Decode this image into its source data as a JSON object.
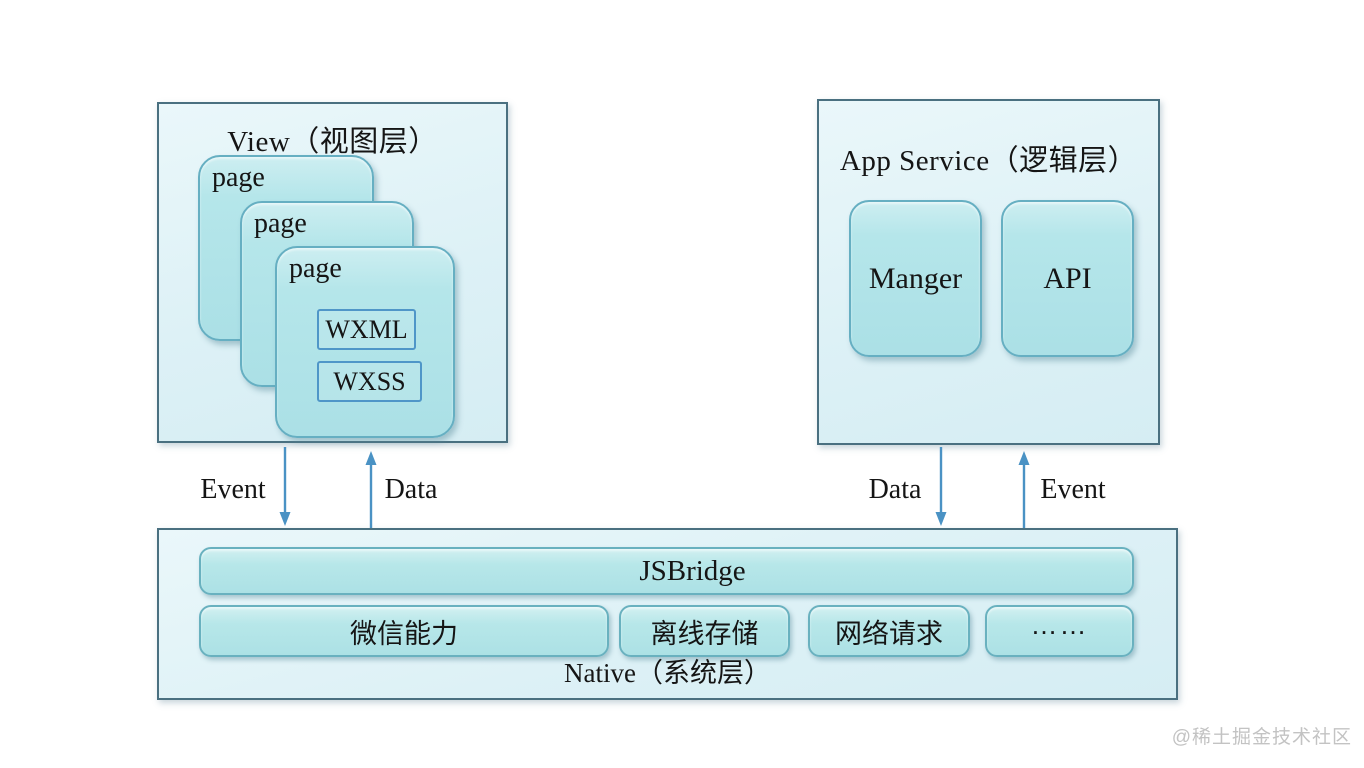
{
  "view_layer": {
    "title": "View（视图层）",
    "pages": [
      "page",
      "page",
      "page"
    ],
    "front_page_children": [
      "WXML",
      "WXSS"
    ]
  },
  "app_service_layer": {
    "title": "App Service（逻辑层）",
    "modules": [
      "Manger",
      "API"
    ]
  },
  "native_layer": {
    "title": "Native（系统层）",
    "bridge": "JSBridge",
    "capabilities": [
      "微信能力",
      "离线存储",
      "网络请求",
      "……"
    ]
  },
  "arrows": {
    "left_down_label": "Event",
    "left_up_label": "Data",
    "right_down_label": "Data",
    "right_up_label": "Event"
  },
  "watermark": "@稀土掘金技术社区",
  "colors": {
    "panel_fill": "#ddf1f6",
    "panel_border": "#4a7080",
    "card_fill": "#b5e6ea",
    "card_border": "#66afc2",
    "inner_box_border": "#4f96c8",
    "arrow": "#4a92c4",
    "text": "#151515",
    "watermark_text": "#c3c3c3"
  }
}
